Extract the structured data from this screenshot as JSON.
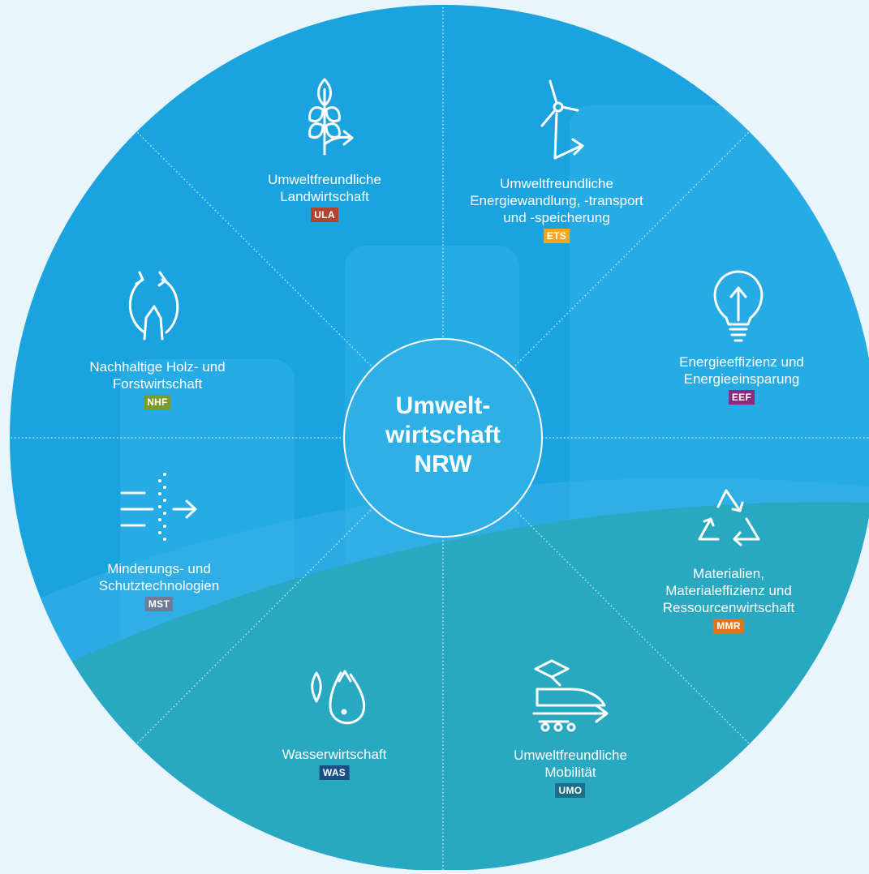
{
  "center": {
    "line1": "Umwelt-",
    "line2": "wirtschaft",
    "line3": "NRW"
  },
  "colors": {
    "page_background": "#e8f5fc",
    "circle_blue": "#1ba3e0",
    "lower_teal": "#29a8c2",
    "ULA": "#b2432e",
    "ETS": "#f2a81d",
    "EEF": "#8b2b7d",
    "MMR": "#e3741e",
    "UMO": "#1d6e86",
    "WAS": "#1a4f84",
    "MST": "#6f7b97",
    "NHF": "#7b9c2a"
  },
  "segments": [
    {
      "key": "ULA",
      "lines": [
        "Umweltfreundliche",
        "Landwirtschaft"
      ],
      "code": "ULA",
      "icon": "wheat-icon"
    },
    {
      "key": "ETS",
      "lines": [
        "Umweltfreundliche",
        "Energiewandlung, -transport",
        "und -speicherung"
      ],
      "code": "ETS",
      "icon": "wind-turbine-icon"
    },
    {
      "key": "EEF",
      "lines": [
        "Energieeffizienz und",
        "Energieeinsparung"
      ],
      "code": "EEF",
      "icon": "light-bulb-icon"
    },
    {
      "key": "MMR",
      "lines": [
        "Materialien,",
        "Materialeffizienz und",
        "Ressourcenwirtschaft"
      ],
      "code": "MMR",
      "icon": "recycle-icon"
    },
    {
      "key": "UMO",
      "lines": [
        "Umweltfreundliche",
        "Mobilität"
      ],
      "code": "UMO",
      "icon": "train-icon"
    },
    {
      "key": "WAS",
      "lines": [
        "Wasserwirtschaft"
      ],
      "code": "WAS",
      "icon": "water-drops-icon"
    },
    {
      "key": "MST",
      "lines": [
        "Minderungs- und",
        "Schutztechnologien"
      ],
      "code": "MST",
      "icon": "filter-icon"
    },
    {
      "key": "NHF",
      "lines": [
        "Nachhaltige Holz- und",
        "Forstwirtschaft"
      ],
      "code": "NHF",
      "icon": "tree-cycle-icon"
    }
  ]
}
